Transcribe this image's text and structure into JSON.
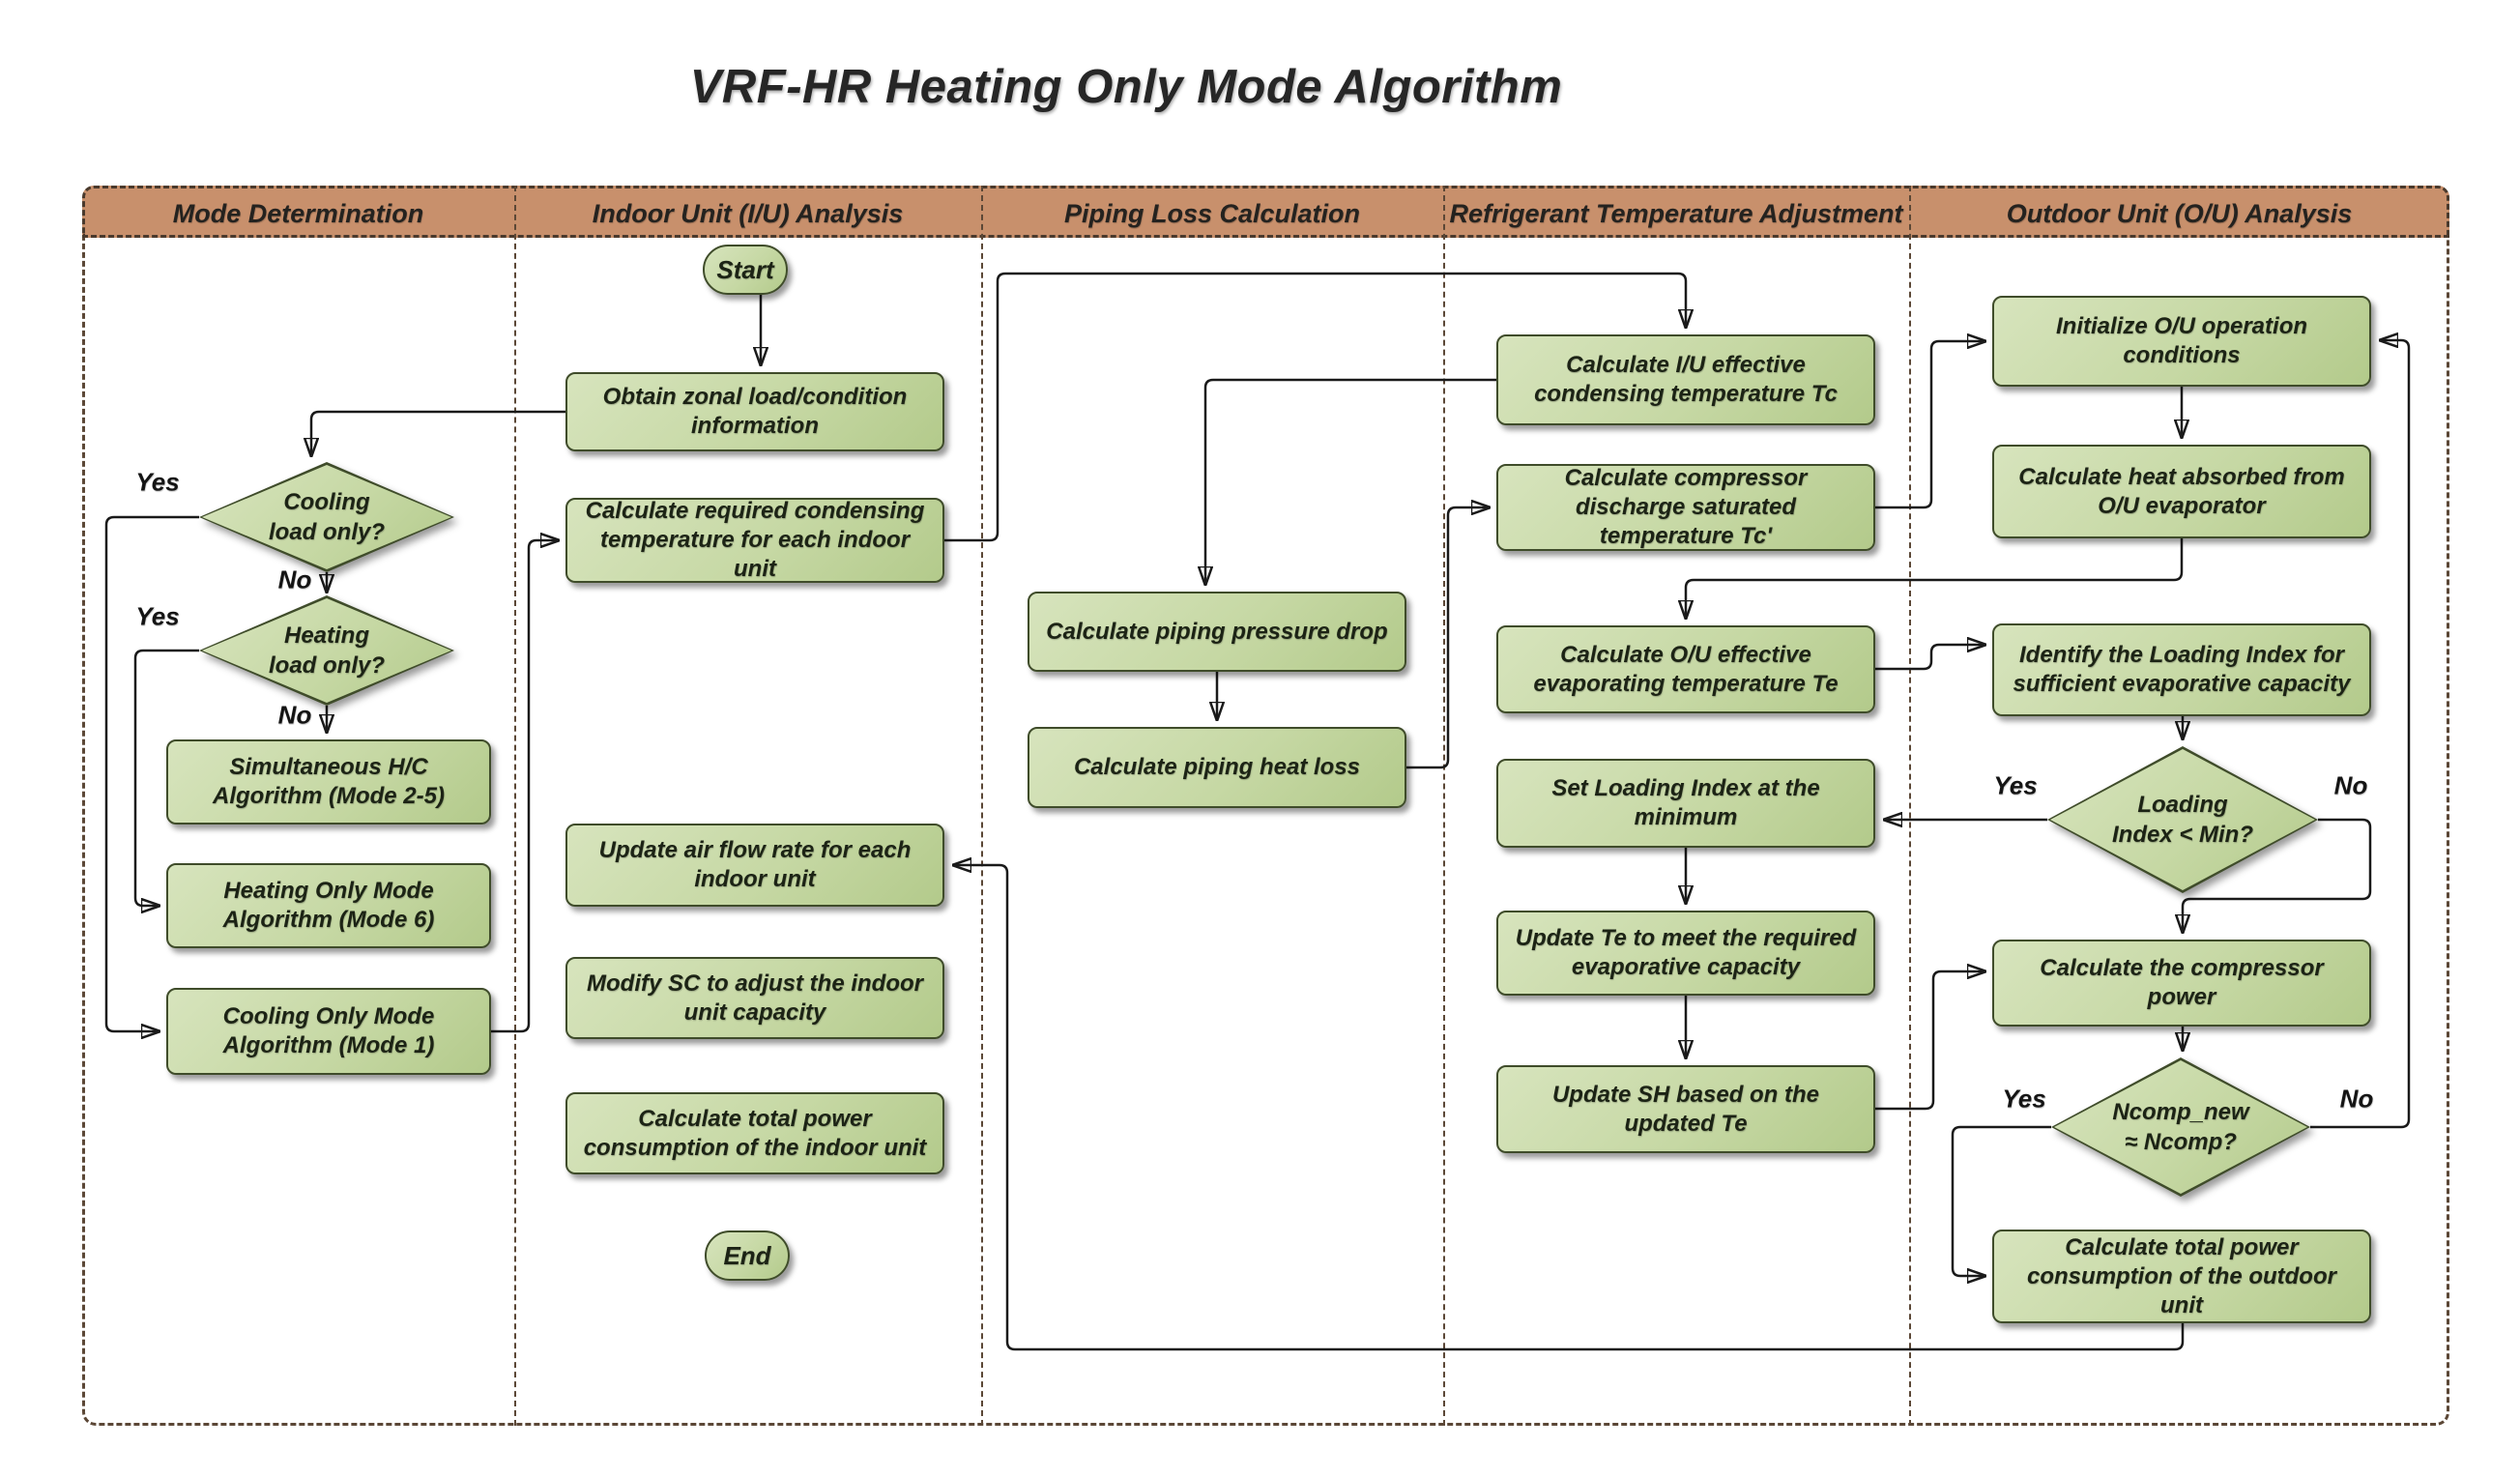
{
  "title": "VRF-HR Heating Only Mode Algorithm",
  "columns": [
    {
      "label": "Mode Determination"
    },
    {
      "label": "Indoor Unit (I/U) Analysis"
    },
    {
      "label": "Piping Loss Calculation"
    },
    {
      "label": "Refrigerant Temperature Adjustment"
    },
    {
      "label": "Outdoor Unit (O/U) Analysis"
    }
  ],
  "labels": {
    "yes": "Yes",
    "no": "No"
  },
  "nodes": {
    "start": {
      "label": "Start"
    },
    "obtain_zonal": {
      "label": "Obtain zonal load/condition information"
    },
    "calc_required_cond": {
      "label": "Calculate required condensing temperature for each indoor unit"
    },
    "update_airflow": {
      "label": "Update air flow rate for each indoor unit"
    },
    "modify_sc": {
      "label": "Modify SC to adjust the indoor unit capacity"
    },
    "calc_total_power_iu": {
      "label": "Calculate total power consumption of the indoor unit"
    },
    "end": {
      "label": "End"
    },
    "cooling_load_only": {
      "label": "Cooling\nload only?"
    },
    "heating_load_only": {
      "label": "Heating\nload only?"
    },
    "simultaneous_hc": {
      "label": "Simultaneous H/C Algorithm (Mode 2-5)"
    },
    "heating_only_mode": {
      "label": "Heating Only Mode Algorithm (Mode 6)"
    },
    "cooling_only_mode": {
      "label": "Cooling Only Mode Algorithm (Mode 1)"
    },
    "calc_piping_pressure": {
      "label": "Calculate piping pressure drop"
    },
    "calc_piping_heat": {
      "label": "Calculate piping heat loss"
    },
    "calc_iu_tc": {
      "label": "Calculate I/U effective condensing temperature Tc"
    },
    "calc_tc_prime": {
      "label": "Calculate compressor discharge saturated temperature Tc'"
    },
    "calc_ou_te": {
      "label": "Calculate O/U effective evaporating temperature Te"
    },
    "set_loading_min": {
      "label": "Set Loading Index at the minimum"
    },
    "update_te": {
      "label": "Update Te to meet the required evaporative capacity"
    },
    "update_sh": {
      "label": "Update SH based on the updated Te"
    },
    "initialize_ou": {
      "label": "Initialize O/U operation conditions"
    },
    "calc_heat_absorbed": {
      "label": "Calculate heat absorbed from O/U evaporator"
    },
    "identify_loading": {
      "label": "Identify the Loading Index for sufficient evaporative capacity"
    },
    "loading_lt_min": {
      "label": "Loading\nIndex < Min?"
    },
    "calc_comp_power": {
      "label": "Calculate the compressor power"
    },
    "ncomp_check": {
      "label": "Ncomp_new\n≈  Ncomp?"
    },
    "calc_total_power_ou": {
      "label": "Calculate total power consumption of the outdoor unit"
    }
  },
  "colors": {
    "node_fill": "#c9dca6",
    "node_border": "#3f4c2a",
    "header_fill": "#c8906c",
    "frame_dash": "#5b4736",
    "connector": "#1a1a1a",
    "background": "#ffffff"
  }
}
